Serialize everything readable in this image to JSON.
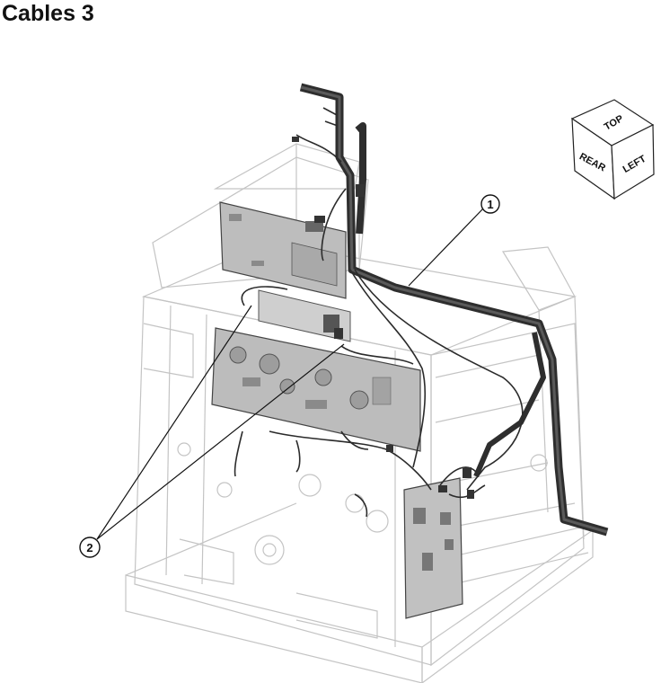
{
  "page": {
    "title": "Cables 3"
  },
  "orientation_cube": {
    "faces": {
      "top": "TOP",
      "front": "REAR",
      "side": "LEFT"
    }
  },
  "callouts": [
    {
      "label": "1"
    },
    {
      "label": "2"
    }
  ],
  "colors": {
    "outline": "#c8c8c8",
    "board_fill": "#b9b9b9",
    "cable": "#3a3a3a",
    "ink": "#111111"
  }
}
